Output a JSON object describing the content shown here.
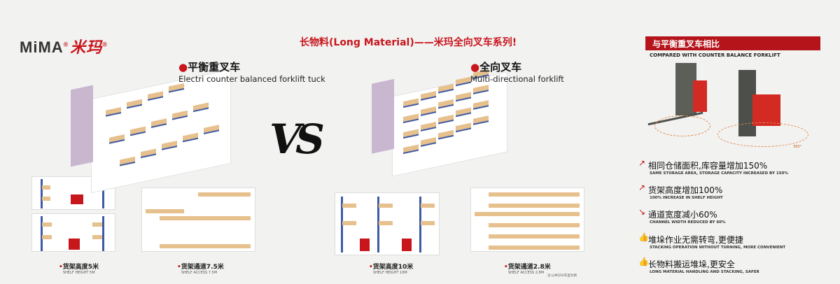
{
  "logo": {
    "brand_en": "MiMA",
    "brand_cn": "米玛",
    "reg": "®"
  },
  "title": "长物料(Long Material)——米玛全向叉车系列!",
  "left": {
    "heading_cn": "平衡重叉车",
    "heading_en": "Electri counter balanced forklift tuck",
    "captions": [
      {
        "cn": "货架高度5米",
        "en": "SHELF HEIGHT 5M"
      },
      {
        "cn": "货架通道7.5米",
        "en": "SHELF ACCESS 7.5M"
      }
    ]
  },
  "vs": "VS",
  "right": {
    "heading_cn": "全向叉车",
    "heading_en": "Multi-directional forklift",
    "captions": [
      {
        "cn": "货架高度10米",
        "en": "SHELF HEIGHT 10M"
      },
      {
        "cn": "货架通道2.8米",
        "en": "SHELF ACCESS 2.8M"
      }
    ],
    "note": "注:以MQ5X车型为例"
  },
  "panel": {
    "header": "与平衡重叉车相比",
    "subheader": "COMPARED WITH COUNTER BALANCE FORKLIFT",
    "angle_label": "360°",
    "features": [
      {
        "icon": "arrow-up-icon",
        "cn": "相同仓储面积,库容量增加150%",
        "en": "SAME STORAGE AREA, STORAGE CAPACITY INCREASED BY 150%"
      },
      {
        "icon": "arrow-up-icon",
        "cn": "货架高度增加100%",
        "en": "100% INCREASE IN SHELF HEIGHT"
      },
      {
        "icon": "arrow-down-icon",
        "cn": "通道宽度减小60%",
        "en": "CHANNEL WIDTH REDUCED BY 60%"
      },
      {
        "icon": "thumbs-up-icon",
        "cn": "堆垛作业无需转弯,更便捷",
        "en": "STACKING OPERATION WITHOUT TURNING, MORE CONVENIENT"
      },
      {
        "icon": "thumbs-up-icon",
        "cn": "长物料搬运堆垛,更安全",
        "en": "LONG MATERIAL HANDLING AND STACKING, SAFER"
      }
    ]
  },
  "colors": {
    "accent": "#c8161d",
    "rack": "#3c5aa6",
    "goods": "#e6c08d",
    "wall": "#c9b7d0"
  }
}
